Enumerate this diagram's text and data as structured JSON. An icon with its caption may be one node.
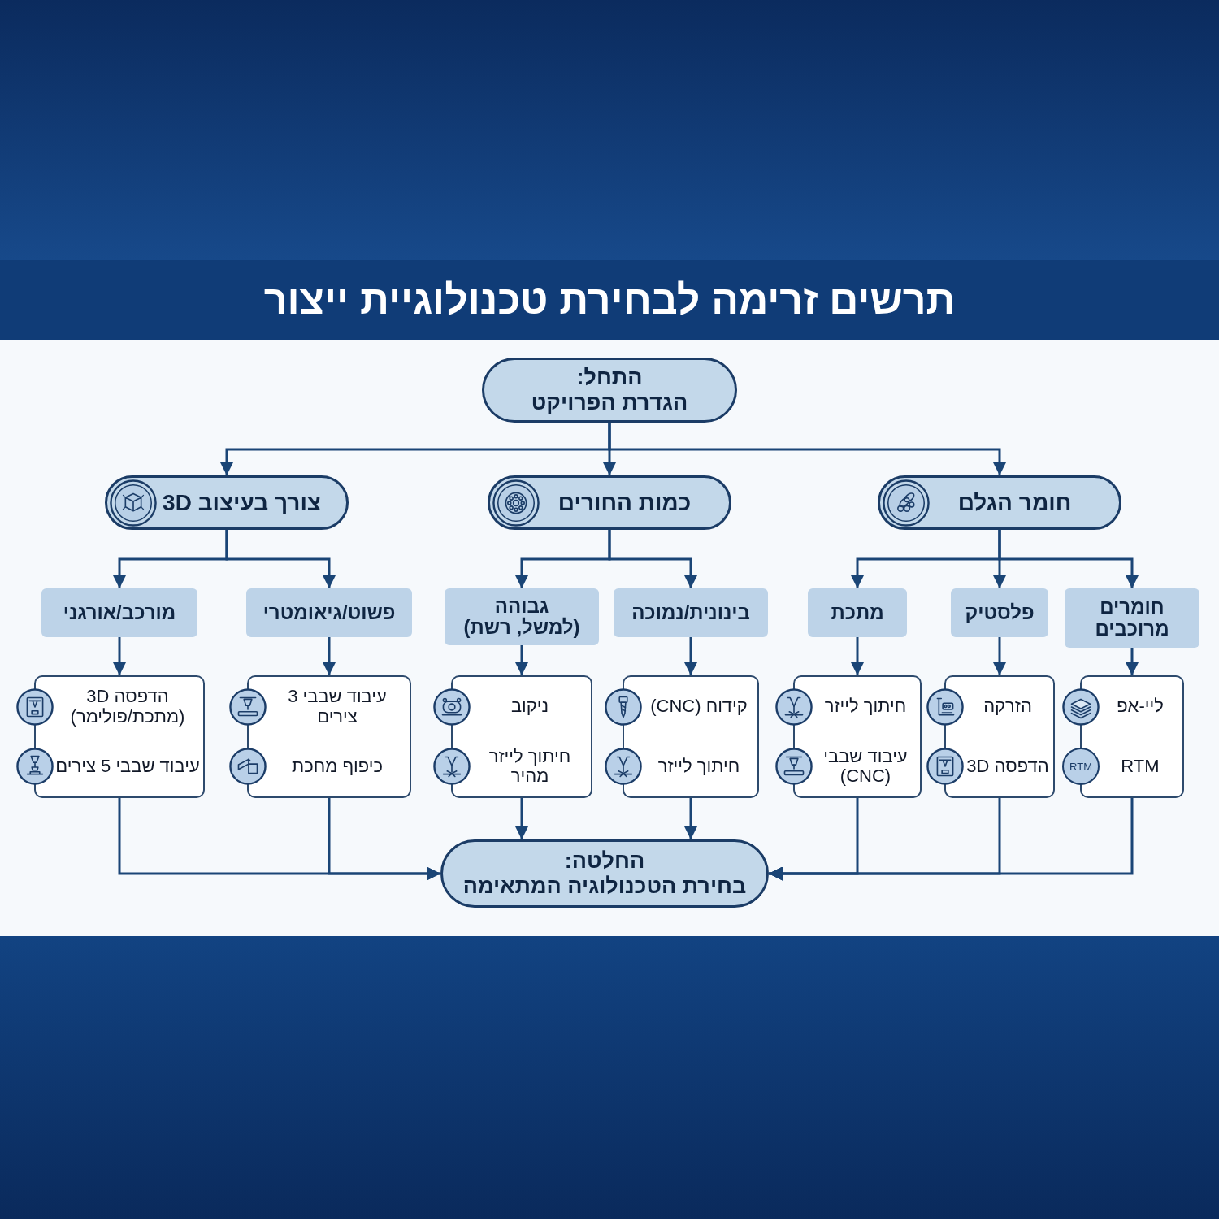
{
  "diagram": {
    "title": "תרשים זרימה לבחירת טכנולוגיית ייצור",
    "nodes": [
      {
        "text": [
          "התחל:",
          "הגדרת הפרויקט"
        ]
      },
      {
        "text": [
          "חומר הגלם"
        ]
      },
      {
        "text": [
          "כמות החורים"
        ]
      },
      {
        "text": [
          "צורך בעיצוב 3D"
        ]
      },
      {
        "text": [
          "חומרים מרוכבים"
        ]
      },
      {
        "text": [
          "פלסטיק"
        ]
      },
      {
        "text": [
          "מתכת"
        ]
      },
      {
        "text": [
          "בינונית/נמוכה"
        ]
      },
      {
        "text": [
          "גבוהה (למשל, רשת)"
        ]
      },
      {
        "text": [
          "פשוט/גיאומטרי"
        ]
      },
      {
        "text": [
          "מורכב/אורגני"
        ]
      },
      {
        "text": [
          "ליי-אפ",
          "RTM"
        ]
      },
      {
        "text": [
          "הזרקה",
          "הדפסה 3D"
        ]
      },
      {
        "text": [
          "חיתוך לייזר",
          "עיבוד שבבי (CNC)"
        ]
      },
      {
        "text": [
          "קידוח (CNC)",
          "חיתוך לייזר"
        ]
      },
      {
        "text": [
          "ניקוב",
          "חיתוך לייזר מהיר"
        ]
      },
      {
        "text": [
          "עיבוד שבבי 3 צירים",
          "כיפוף מחכת"
        ]
      },
      {
        "text": [
          "הדפסה 3D (מתכת/פולימר)",
          "עיבוד שבבי 5 צירים"
        ]
      },
      {
        "text": [
          "החלטה:",
          "בחירת הטכנולוגיה המתאימה"
        ]
      }
    ],
    "edges": [
      {
        "from": 0,
        "to": 1,
        "arrow": "to"
      },
      {
        "from": 0,
        "to": 2,
        "arrow": "to"
      },
      {
        "from": 0,
        "to": 3,
        "arrow": "to"
      },
      {
        "from": 1,
        "to": 4,
        "arrow": "to"
      },
      {
        "from": 1,
        "to": 5,
        "arrow": "to"
      },
      {
        "from": 1,
        "to": 6,
        "arrow": "to"
      },
      {
        "from": 2,
        "to": 7,
        "arrow": "to"
      },
      {
        "from": 2,
        "to": 8,
        "arrow": "to"
      },
      {
        "from": 3,
        "to": 9,
        "arrow": "to"
      },
      {
        "from": 3,
        "to": 10,
        "arrow": "to"
      },
      {
        "from": 4,
        "to": 11,
        "arrow": "to"
      },
      {
        "from": 5,
        "to": 12,
        "arrow": "to"
      },
      {
        "from": 6,
        "to": 13,
        "arrow": "to"
      },
      {
        "from": 7,
        "to": 14,
        "arrow": "to"
      },
      {
        "from": 8,
        "to": 15,
        "arrow": "to"
      },
      {
        "from": 9,
        "to": 16,
        "arrow": "to"
      },
      {
        "from": 10,
        "to": 17,
        "arrow": "to"
      },
      {
        "from": 11,
        "to": 18,
        "arrow": "to"
      },
      {
        "from": 12,
        "to": 18,
        "arrow": "to"
      },
      {
        "from": 13,
        "to": 18,
        "arrow": "to"
      },
      {
        "from": 14,
        "to": 18,
        "arrow": "to"
      },
      {
        "from": 15,
        "to": 18,
        "arrow": "to"
      },
      {
        "from": 16,
        "to": 18,
        "arrow": "to"
      },
      {
        "from": 17,
        "to": 18,
        "arrow": "to"
      }
    ],
    "labels": [
      "RTM"
    ]
  }
}
